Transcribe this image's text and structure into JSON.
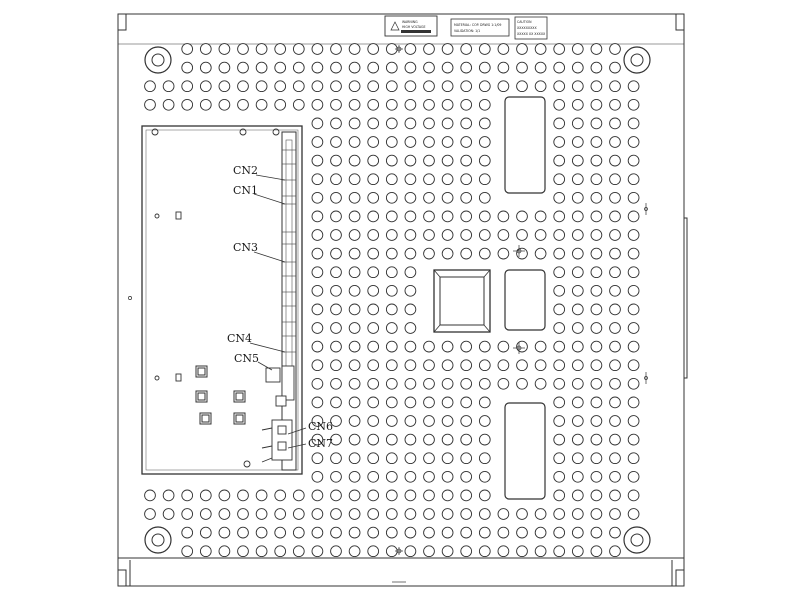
{
  "drawing": {
    "connector_labels": [
      "CN2",
      "CN1",
      "CN3",
      "CN4",
      "CN5",
      "CN6",
      "CN7"
    ],
    "warning_label_lines": [
      "WARNING",
      "HIGH VOLTAGE"
    ],
    "info_label_lines": [
      "MATERIAL: COP. DRWG 1:1/09",
      "VALIDATION: 1/1"
    ],
    "small_label_lines": [
      "CAUTION",
      "XXXXXXXXX",
      "XXXXX XX XXXXX"
    ]
  },
  "colors": {
    "line": "#333333",
    "background": "#ffffff"
  }
}
